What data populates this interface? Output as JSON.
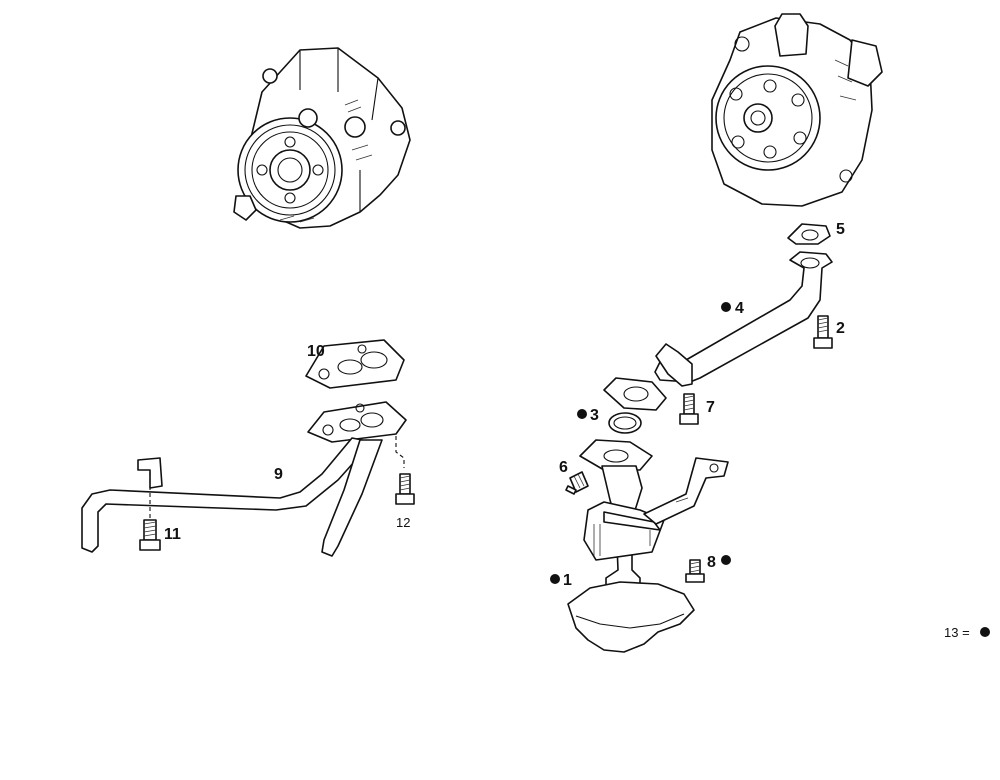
{
  "callouts": {
    "c1": "1",
    "c2": "2",
    "c3": "3",
    "c4": "4",
    "c5": "5",
    "c6": "6",
    "c7": "7",
    "c8": "8",
    "c9": "9",
    "c10": "10",
    "c11": "11",
    "c12": "12"
  },
  "legend": {
    "text": "13 ="
  },
  "colors": {
    "line": "#111111",
    "background": "#ffffff"
  }
}
